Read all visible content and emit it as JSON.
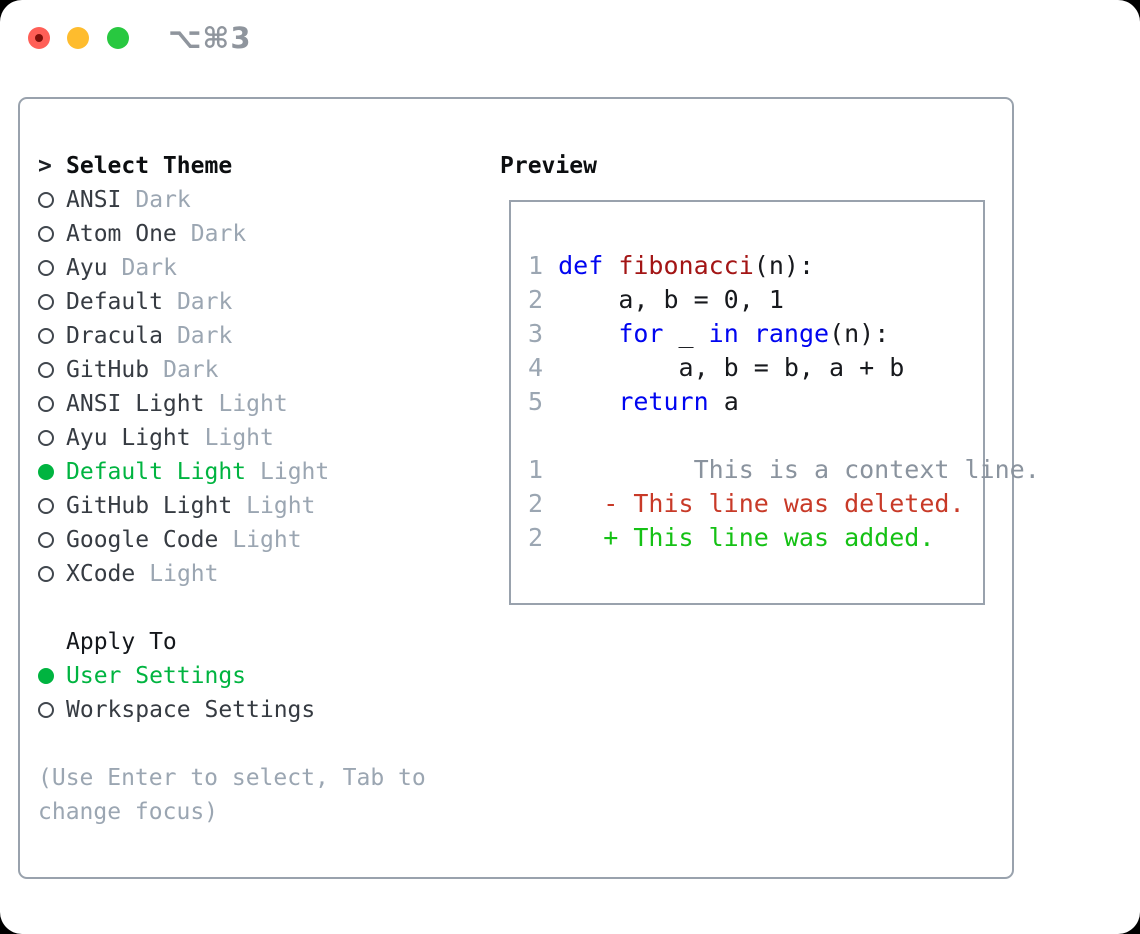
{
  "window": {
    "title_shortcut": "⌥⌘3"
  },
  "colors": {
    "accent_green": "#00b440",
    "diff_add": "#15c115",
    "diff_del": "#c83a28",
    "keyword_blue": "#0005f0",
    "function_red": "#a31515",
    "muted_gray": "#9ba6b2",
    "border_gray": "#99a2ad",
    "traffic_red": "#ff5f57",
    "traffic_yellow": "#febc2e",
    "traffic_green": "#28c840"
  },
  "theme_picker": {
    "header_prefix": ">",
    "header": "Select Theme",
    "items": [
      {
        "name": "ANSI",
        "variant": "Dark",
        "selected": false
      },
      {
        "name": "Atom One",
        "variant": "Dark",
        "selected": false
      },
      {
        "name": "Ayu",
        "variant": "Dark",
        "selected": false
      },
      {
        "name": "Default",
        "variant": "Dark",
        "selected": false
      },
      {
        "name": "Dracula",
        "variant": "Dark",
        "selected": false
      },
      {
        "name": "GitHub",
        "variant": "Dark",
        "selected": false
      },
      {
        "name": "ANSI Light",
        "variant": "Light",
        "selected": false
      },
      {
        "name": "Ayu Light",
        "variant": "Light",
        "selected": false
      },
      {
        "name": "Default Light",
        "variant": "Light",
        "selected": true
      },
      {
        "name": "GitHub Light",
        "variant": "Light",
        "selected": false
      },
      {
        "name": "Google Code",
        "variant": "Light",
        "selected": false
      },
      {
        "name": "XCode",
        "variant": "Light",
        "selected": false
      }
    ],
    "apply_to": {
      "header": "Apply To",
      "options": [
        {
          "label": "User Settings",
          "selected": true
        },
        {
          "label": "Workspace Settings",
          "selected": false
        }
      ]
    },
    "hint_line1": "(Use Enter to select, Tab to",
    "hint_line2": "change focus)"
  },
  "preview": {
    "header": "Preview",
    "lines": [
      {
        "tokens": [
          [
            "ln",
            "1 "
          ],
          [
            "kw",
            "def"
          ],
          [
            "pl",
            " "
          ],
          [
            "fn",
            "fibonacci"
          ],
          [
            "pl",
            "(n):"
          ]
        ]
      },
      {
        "tokens": [
          [
            "ln",
            "2 "
          ],
          [
            "pl",
            "    a, b = 0, 1"
          ]
        ]
      },
      {
        "tokens": [
          [
            "ln",
            "3 "
          ],
          [
            "pl",
            "    "
          ],
          [
            "kw",
            "for"
          ],
          [
            "pl",
            " _ "
          ],
          [
            "kw",
            "in"
          ],
          [
            "pl",
            " "
          ],
          [
            "kw",
            "range"
          ],
          [
            "pl",
            "(n):"
          ]
        ]
      },
      {
        "tokens": [
          [
            "ln",
            "4 "
          ],
          [
            "pl",
            "        a, b = b, a + b"
          ]
        ]
      },
      {
        "tokens": [
          [
            "ln",
            "5 "
          ],
          [
            "pl",
            "    "
          ],
          [
            "kw",
            "return"
          ],
          [
            "pl",
            " a"
          ]
        ]
      },
      {
        "tokens": []
      },
      {
        "tokens": [
          [
            "ln",
            "1 "
          ],
          [
            "ctx",
            "         This is a context line."
          ]
        ]
      },
      {
        "tokens": [
          [
            "ln",
            "2 "
          ],
          [
            "del",
            "   - This line was deleted."
          ]
        ]
      },
      {
        "tokens": [
          [
            "ln",
            "2 "
          ],
          [
            "add",
            "   + This line was added."
          ]
        ]
      }
    ]
  }
}
